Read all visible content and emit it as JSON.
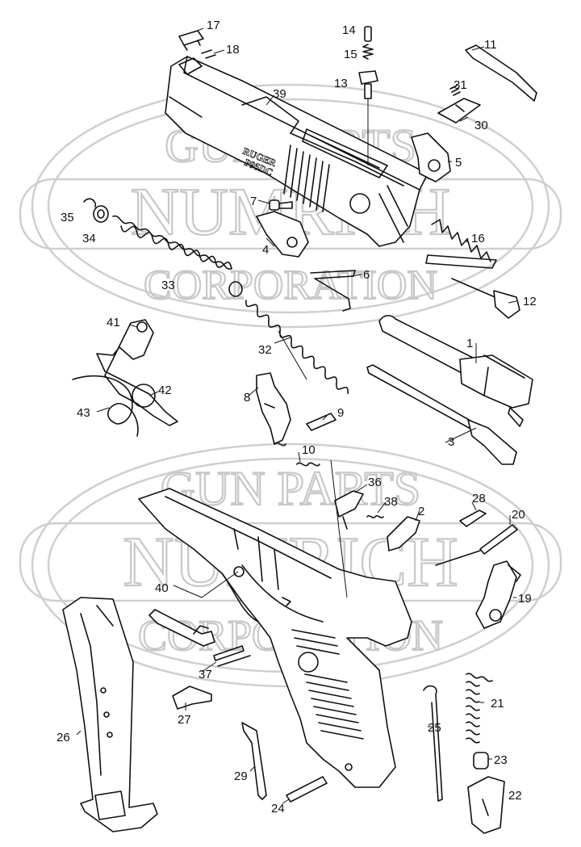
{
  "watermark": {
    "top": {
      "line1": "GUN PARTS",
      "line2": "NUMRICH",
      "line3": "CORPORATION"
    },
    "bottom": {
      "line1": "GUN PARTS",
      "line2": "NUMRICH",
      "line3": "CORPORATION"
    }
  },
  "slide_engraving": {
    "line1": "RUGER",
    "line2": "P95DC"
  },
  "labels": {
    "p1": "1",
    "p2": "2",
    "p3": "3",
    "p4": "4",
    "p5": "5",
    "p6": "6",
    "p7": "7",
    "p8": "8",
    "p9": "9",
    "p10": "10",
    "p11": "11",
    "p12": "12",
    "p13": "13",
    "p14": "14",
    "p15": "15",
    "p16": "16",
    "p17": "17",
    "p18": "18",
    "p19": "19",
    "p20": "20",
    "p21": "21",
    "p22": "22",
    "p23": "23",
    "p24": "24",
    "p25": "25",
    "p26": "26",
    "p27": "27",
    "p28": "28",
    "p29": "29",
    "p30": "30",
    "p31": "31",
    "p32": "32",
    "p33": "33",
    "p34": "34",
    "p35": "35",
    "p36": "36",
    "p37": "37",
    "p38": "38",
    "p39": "39",
    "p40": "40",
    "p41": "41",
    "p42": "42",
    "p43": "43"
  }
}
